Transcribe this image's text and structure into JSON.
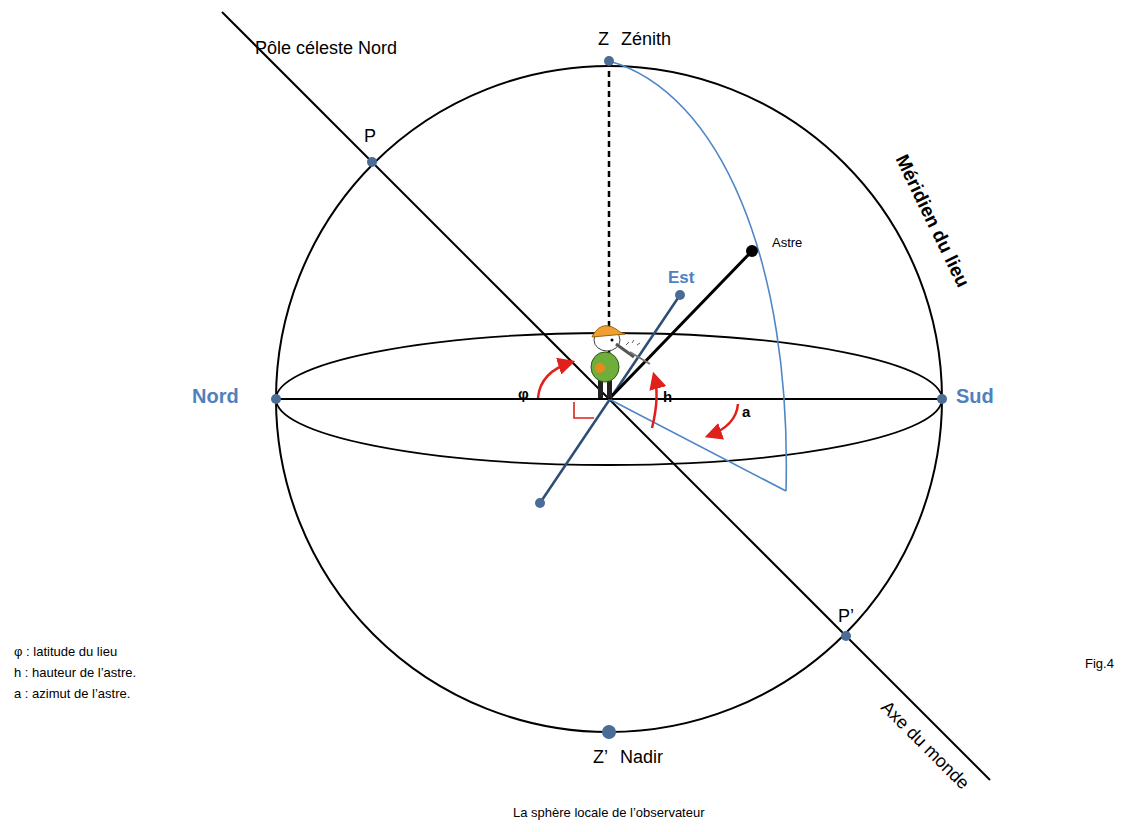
{
  "diagram": {
    "caption": "La sphère locale de l’observateur",
    "labels": [
      "Pôle céleste Nord",
      "Z",
      "Zénith",
      "P",
      "Méridien du lieu",
      "Astre",
      "Est",
      "Nord",
      "Sud",
      "φ",
      "h",
      "a",
      "P’",
      "Axe du monde",
      "Z’",
      "Nadir",
      "φ : latitude du lieu",
      "h : hauteur de l’astre.",
      "a : azimut de l’astre.",
      "Fig.4"
    ]
  }
}
